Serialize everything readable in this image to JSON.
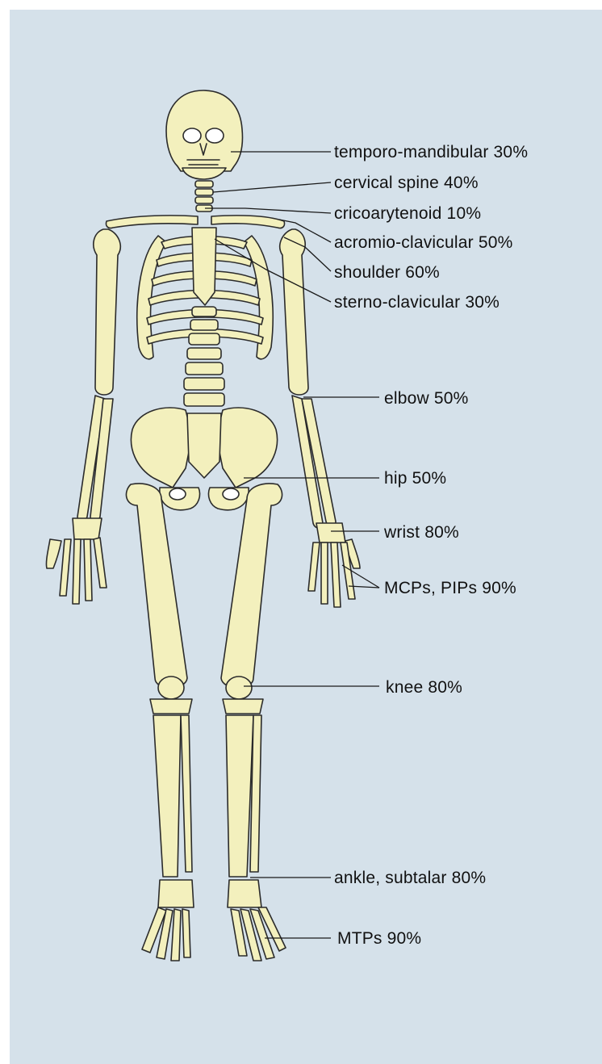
{
  "colors": {
    "background": "#d5e1ea",
    "bone": "#f3f0bd",
    "outline": "#2b2b2b"
  },
  "joints": [
    {
      "id": "temporo-mandibular",
      "label": "temporo-mandibular 30%"
    },
    {
      "id": "cervical-spine",
      "label": "cervical spine 40%"
    },
    {
      "id": "cricoarytenoid",
      "label": "cricoarytenoid 10%"
    },
    {
      "id": "acromio-clavicular",
      "label": "acromio-clavicular 50%"
    },
    {
      "id": "shoulder",
      "label": "shoulder 60%"
    },
    {
      "id": "sterno-clavicular",
      "label": "sterno-clavicular 30%"
    },
    {
      "id": "elbow",
      "label": "elbow 50%"
    },
    {
      "id": "hip",
      "label": "hip 50%"
    },
    {
      "id": "wrist",
      "label": "wrist 80%"
    },
    {
      "id": "mcps-pips",
      "label": "MCPs, PIPs 90%"
    },
    {
      "id": "knee",
      "label": "knee 80%"
    },
    {
      "id": "ankle-subtalar",
      "label": "ankle, subtalar 80%"
    },
    {
      "id": "mtps",
      "label": "MTPs 90%"
    }
  ]
}
